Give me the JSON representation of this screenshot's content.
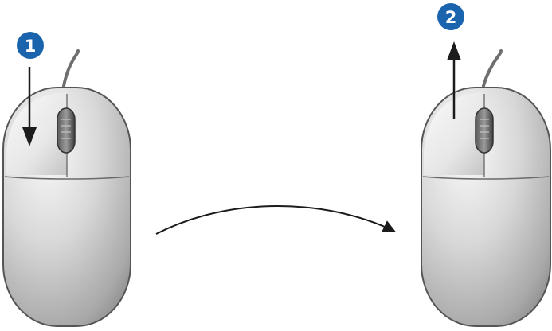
{
  "steps": [
    {
      "number": "1",
      "action": "press",
      "badge_color": "#1a64ad"
    },
    {
      "number": "2",
      "action": "release",
      "badge_color": "#1a64ad"
    }
  ],
  "colors": {
    "mouse_body_light": "#f4f4f4",
    "mouse_body_mid": "#c6c6c6",
    "mouse_body_dark": "#8c8c8c",
    "outline": "#555555",
    "arrow": "#1c1c1c",
    "cable": "#6f6f6f"
  }
}
